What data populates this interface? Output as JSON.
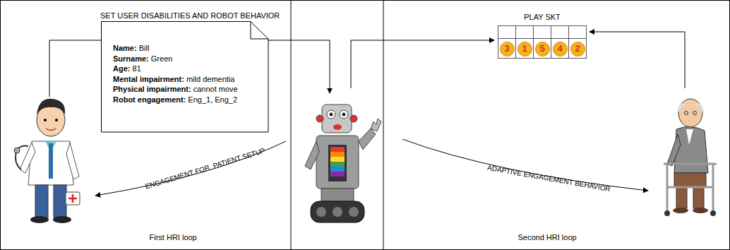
{
  "diagram": {
    "nodes": [
      {
        "text": [
          "Name:",
          "Bill",
          "Surname:",
          "Green",
          "Age:",
          "81",
          "Mental impairment:",
          "mild dementia",
          "Physical impairment:",
          "cannot move",
          "Robot engagement:",
          "Eng_1, Eng_2"
        ]
      },
      {
        "text": [
          "PLAY SKT"
        ]
      },
      {
        "text": [
          "3"
        ],
        "in": 1
      },
      {
        "text": [
          "1"
        ],
        "in": 1
      },
      {
        "text": [
          "5"
        ],
        "in": 1
      },
      {
        "text": [
          "4"
        ],
        "in": 1
      },
      {
        "text": [
          "2"
        ],
        "in": 1
      }
    ],
    "labels": [
      "SET USER DISABILITIES AND ROBOT BEHAVIOR",
      "ENGAGEMENT FOR  PATIENT SETUP",
      "ADAPTIVE ENGAGEMENT BEHAVIOR",
      "First HRI loop",
      "Second HRI loop"
    ]
  }
}
